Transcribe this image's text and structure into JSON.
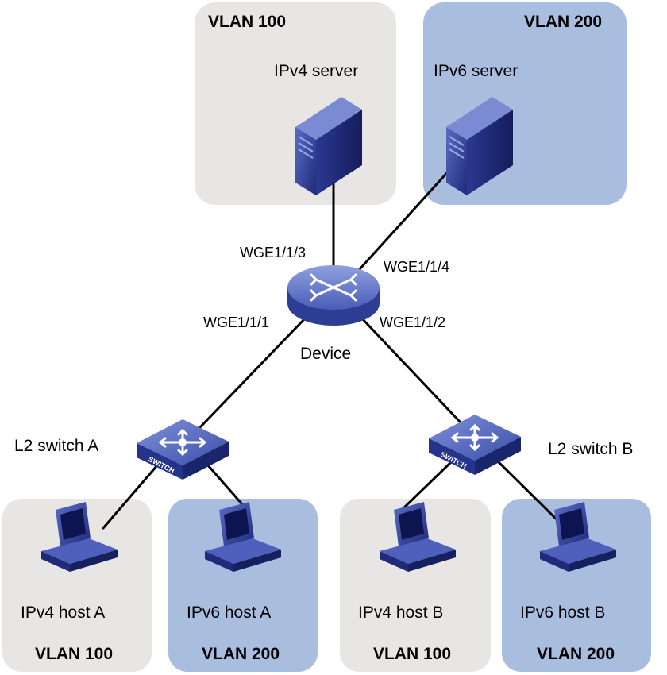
{
  "colors": {
    "vlan100_bg": "#e8e6e4",
    "vlan200_bg": "#a9bddf",
    "link": "#000000",
    "device_blue": "#3d4fa8"
  },
  "zones": {
    "server_v4": {
      "vlan": "VLAN 100",
      "label": "IPv4 server"
    },
    "server_v6": {
      "vlan": "VLAN 200",
      "label": "IPv6 server"
    },
    "host_v4_a": {
      "vlan": "VLAN 100",
      "label": "IPv4 host A"
    },
    "host_v6_a": {
      "vlan": "VLAN 200",
      "label": "IPv6 host A"
    },
    "host_v4_b": {
      "vlan": "VLAN 100",
      "label": "IPv4 host B"
    },
    "host_v6_b": {
      "vlan": "VLAN 200",
      "label": "IPv6 host B"
    }
  },
  "device": {
    "label": "Device"
  },
  "ports": {
    "p1": "WGE1/1/1",
    "p2": "WGE1/1/2",
    "p3": "WGE1/1/3",
    "p4": "WGE1/1/4"
  },
  "switches": {
    "a": {
      "label": "L2 switch A",
      "face": "SWITCH"
    },
    "b": {
      "label": "L2 switch B",
      "face": "SWITCH"
    }
  },
  "icons": {
    "server": "server-icon",
    "router": "router-icon",
    "switch": "switch-icon",
    "host": "desktop-computer-icon"
  }
}
